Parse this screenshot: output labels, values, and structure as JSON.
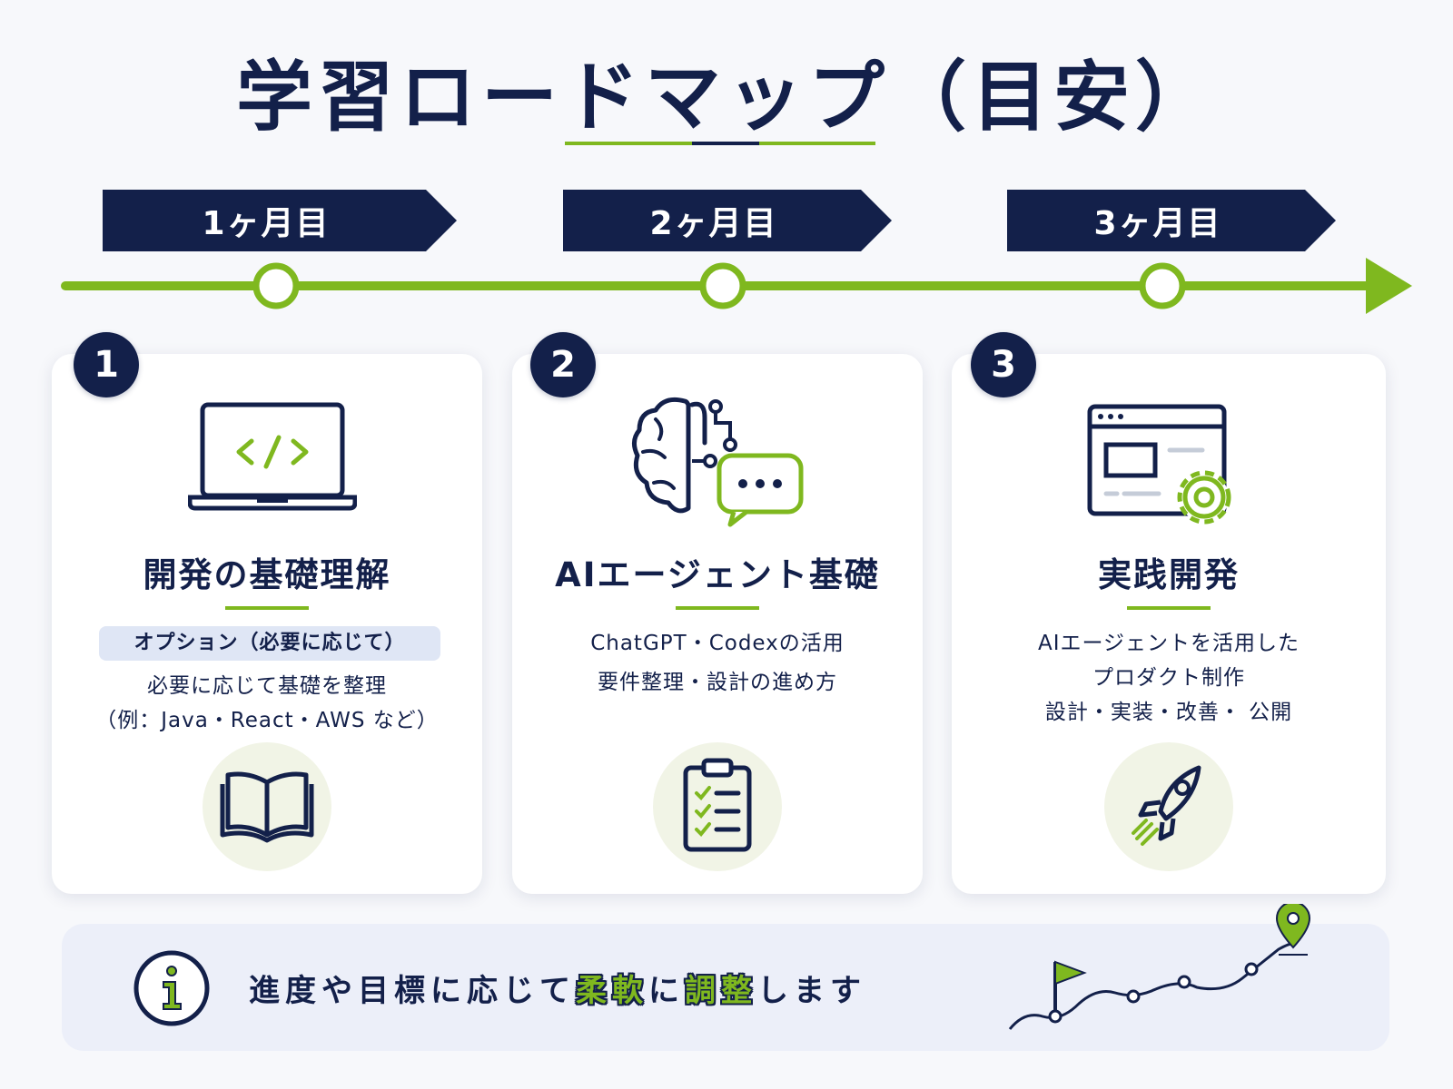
{
  "title": "学習ロードマップ（目安）",
  "months": [
    "1ヶ月目",
    "2ヶ月目",
    "3ヶ月目"
  ],
  "colors": {
    "navy": "#13204a",
    "green": "#7fb81f",
    "card": "#ffffff",
    "background": "#f7f8fb"
  },
  "steps": [
    {
      "number": "1",
      "icon": "laptop-code-icon",
      "title": "開発の基礎理解",
      "tag": "オプション（必要に応じて）",
      "lines": [
        "必要に応じて基礎を整理",
        "（例：Java・React・AWS など）"
      ],
      "bottom_icon": "book-icon"
    },
    {
      "number": "2",
      "icon": "brain-chat-icon",
      "title": "AIエージェント基礎",
      "lines": [
        "ChatGPT・Codexの活用",
        "要件整理・設計の進め方"
      ],
      "bottom_icon": "clipboard-checklist-icon"
    },
    {
      "number": "3",
      "icon": "browser-gear-icon",
      "title": "実践開発",
      "lines": [
        "AIエージェントを活用した",
        "プロダクト制作",
        "設計・実装・改善・ 公開"
      ],
      "bottom_icon": "rocket-icon"
    }
  ],
  "notice": {
    "icon": "info-icon",
    "prefix": "進度や目標に応じて",
    "highlight1": "柔軟",
    "middle": "に",
    "highlight2": "調整",
    "suffix": "します",
    "decoration": "flag-route-pin-icon"
  }
}
